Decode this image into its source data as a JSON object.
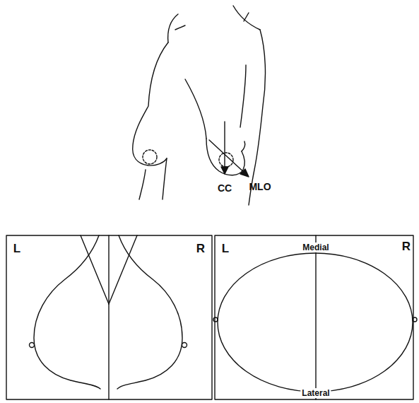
{
  "diagram": {
    "labels": [
      "CC",
      "MLO",
      "L",
      "R",
      "L",
      "Medial",
      "R",
      "Lateral"
    ]
  }
}
